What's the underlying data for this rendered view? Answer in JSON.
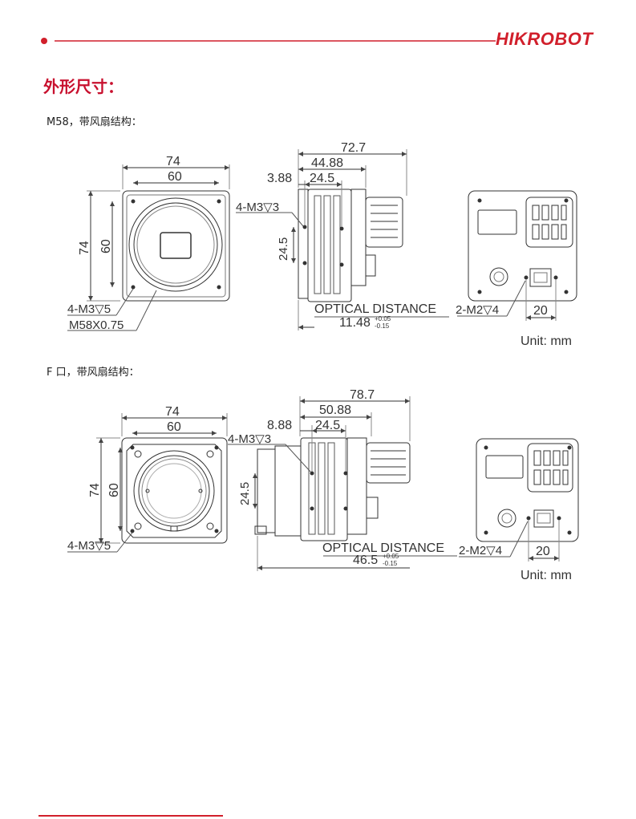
{
  "header": {
    "brand": "HIKROBOT",
    "accent_color": "#d11f2b"
  },
  "section": {
    "title": "外形尺寸："
  },
  "m58": {
    "subtitle": "M58，带风扇结构：",
    "front": {
      "width_outer": "74",
      "width_inner": "60",
      "height_outer": "74",
      "height_inner": "60",
      "hole_note": "4-M3▽5",
      "thread_note": "M58X0.75"
    },
    "side": {
      "total": "72.7",
      "body": "44.88",
      "offset": "3.88",
      "spacing": "24.5",
      "vertical": "24.5",
      "hole_note": "4-M3▽3",
      "optical_label": "OPTICAL DISTANCE",
      "optical_value": "11.48",
      "tol_plus": "+0.05",
      "tol_minus": "-0.15"
    },
    "back": {
      "hole_note": "2-M2▽4",
      "spacing": "20",
      "unit": "Unit: mm"
    }
  },
  "fmount": {
    "subtitle": "F 口，带风扇结构：",
    "front": {
      "width_outer": "74",
      "width_inner": "60",
      "height_outer": "74",
      "height_inner": "60",
      "hole_note": "4-M3▽5"
    },
    "side": {
      "total": "78.7",
      "body": "50.88",
      "offset": "8.88",
      "spacing": "24.5",
      "vertical": "24.5",
      "hole_note": "4-M3▽3",
      "optical_label": "OPTICAL DISTANCE",
      "optical_value": "46.5",
      "tol_plus": "+0.05",
      "tol_minus": "-0.15"
    },
    "back": {
      "hole_note": "2-M2▽4",
      "spacing": "20",
      "unit": "Unit: mm"
    }
  }
}
